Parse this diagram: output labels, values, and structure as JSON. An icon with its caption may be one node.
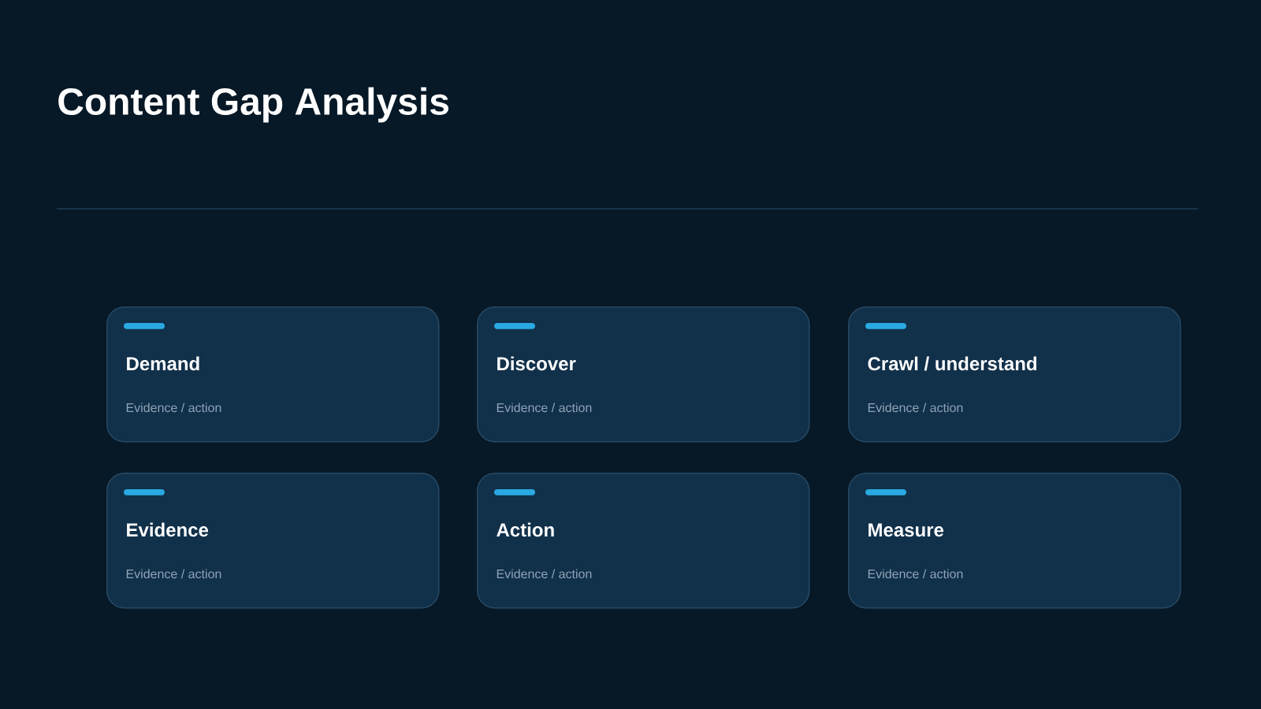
{
  "diagram": {
    "title": "Content Gap Analysis",
    "nodes": [
      {
        "text": [
          "Demand",
          "Evidence / action"
        ]
      },
      {
        "text": [
          "Discover",
          "Evidence / action"
        ]
      },
      {
        "text": [
          "Crawl / understand",
          "Evidence / action"
        ]
      },
      {
        "text": [
          "Evidence",
          "Evidence / action"
        ]
      },
      {
        "text": [
          "Action",
          "Evidence / action"
        ]
      },
      {
        "text": [
          "Measure",
          "Evidence / action"
        ]
      }
    ]
  }
}
